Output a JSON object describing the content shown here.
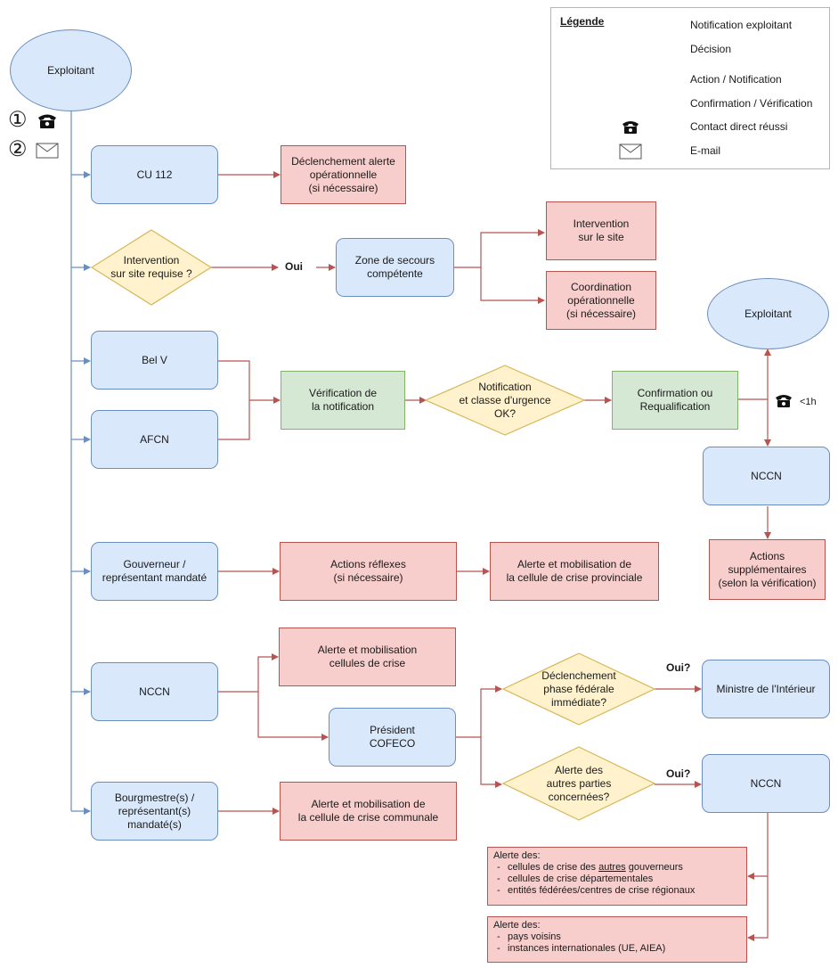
{
  "legend": {
    "title": "Légende",
    "items": [
      {
        "label": "Notification exploitant"
      },
      {
        "label": "Décision"
      },
      {
        "label": "Action / Notification"
      },
      {
        "label": "Confirmation / Vérification"
      },
      {
        "label": "Contact direct réussi"
      },
      {
        "label": "E-mail"
      }
    ]
  },
  "start": {
    "label": "Exploitant",
    "step1": "①",
    "step2": "②"
  },
  "nodes": {
    "cu112": "CU 112",
    "alerte_op": "Déclenchement alerte\nopérationnelle\n(si nécessaire)",
    "intervention_q": "Intervention\nsur site requise ?",
    "oui1": "Oui",
    "zone": "Zone de secours\ncompétente",
    "intervention_site": "Intervention\nsur le site",
    "coordination": "Coordination\nopérationnelle\n(si nécessaire)",
    "exploitant2": "Exploitant",
    "belv": "Bel V",
    "afcn": "AFCN",
    "verification": "Vérification de\nla notification",
    "notif_q": "Notification\net classe d'urgence\nOK?",
    "confirmation": "Confirmation ou\nRequalification",
    "lt1h": "<1h",
    "nccn_right": "NCCN",
    "actions_supp": "Actions\nsupplémentaires\n(selon la vérification)",
    "gouverneur": "Gouverneur /\nreprésentant mandaté",
    "actions_reflexes": "Actions réflexes\n(si nécessaire)",
    "alerte_prov": "Alerte et mobilisation de\nla cellule de crise provinciale",
    "nccn_left": "NCCN",
    "alerte_cellules": "Alerte et mobilisation\ncellules de crise",
    "president": "Président\nCOFECO",
    "phase_q": "Déclenchement\nphase fédérale\nimmédiate?",
    "oui2": "Oui?",
    "ministre": "Ministre de l'Intérieur",
    "autres_q": "Alerte des\nautres parties\nconcernées?",
    "oui3": "Oui?",
    "nccn_bottom": "NCCN",
    "bourgmestre": "Bourgmestre(s) /\nreprésentant(s)\nmandaté(s)",
    "alerte_comm": "Alerte et mobilisation de\nla cellule de crise communale"
  },
  "list1": {
    "title": "Alerte des:",
    "items": [
      {
        "pre": "cellules de crise des ",
        "u": "autres",
        "post": " gouverneurs"
      },
      {
        "pre": "cellules de crise départementales",
        "u": "",
        "post": ""
      },
      {
        "pre": "entités fédérées/centres de crise régionaux",
        "u": "",
        "post": ""
      }
    ]
  },
  "list2": {
    "title": "Alerte des:",
    "items": [
      {
        "pre": "pays voisins"
      },
      {
        "pre": "instances internationales (UE, AIEA)"
      }
    ]
  },
  "colors": {
    "blue_fill": "#dae8fc",
    "blue_stroke": "#6c8ebf",
    "red_fill": "#f8cecc",
    "red_stroke": "#b85450",
    "green_fill": "#d5e8d4",
    "green_stroke": "#82b366",
    "yellow_fill": "#fff2cc",
    "yellow_stroke": "#d6b656"
  }
}
